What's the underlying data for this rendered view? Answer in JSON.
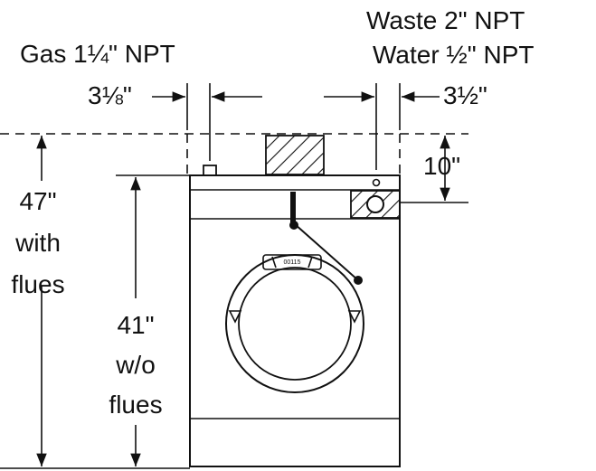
{
  "labels": {
    "gas": "Gas 1¼\" NPT",
    "waste": "Waste 2\" NPT",
    "water": "Water  ½\" NPT",
    "gas_offset": "3⅛\"",
    "water_offset": "3½\"",
    "flue_height": "10\"",
    "height_with_flues": [
      "47\"",
      "with",
      "flues"
    ],
    "height_without_flues": [
      "41\"",
      "w/o",
      "flues"
    ],
    "panel_mark": "00115"
  },
  "colors": {
    "line": "#111111",
    "background": "#ffffff"
  }
}
